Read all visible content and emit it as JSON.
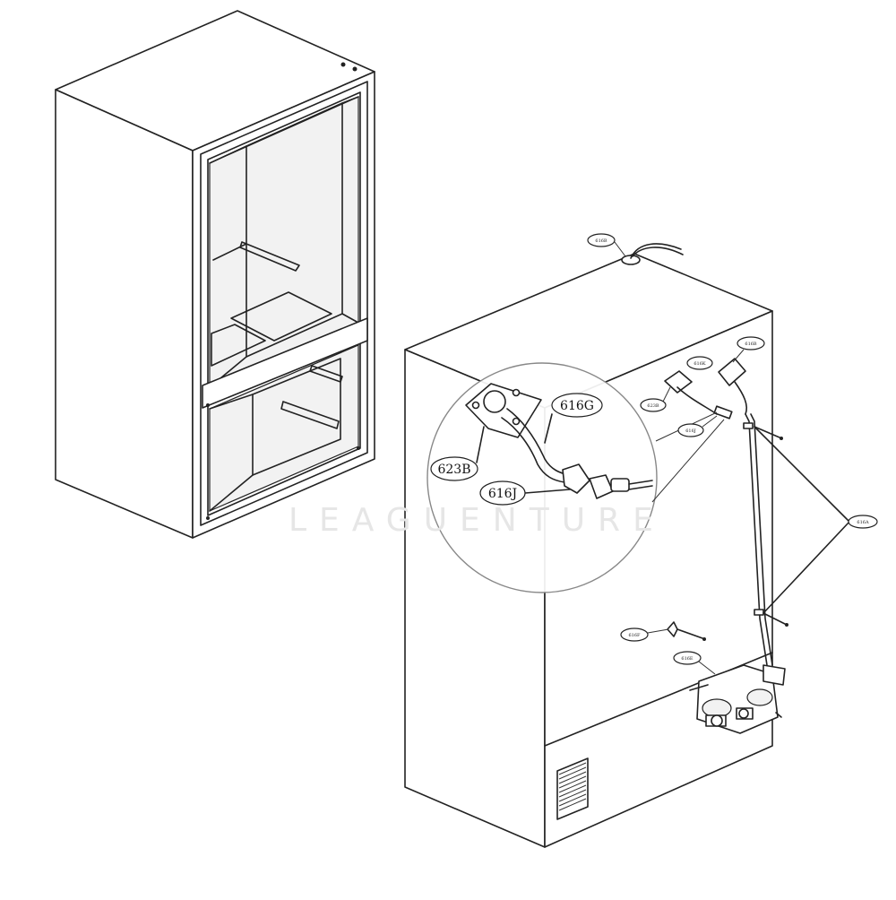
{
  "diagram": {
    "callouts_detail": [
      {
        "id": "623B",
        "label": "623B"
      },
      {
        "id": "616G",
        "label": "616G"
      },
      {
        "id": "616J",
        "label": "616J"
      }
    ],
    "callouts_small": [
      {
        "label": "616B"
      },
      {
        "label": "616B"
      },
      {
        "label": "616K"
      },
      {
        "label": "623B"
      },
      {
        "label": "616J"
      },
      {
        "label": "616F"
      },
      {
        "label": "616E"
      },
      {
        "label": "616A"
      }
    ],
    "watermark": "LEAGUENTURE",
    "colors": {
      "line": "#222222",
      "background": "#ffffff",
      "watermark": "#e6e6e6"
    }
  }
}
